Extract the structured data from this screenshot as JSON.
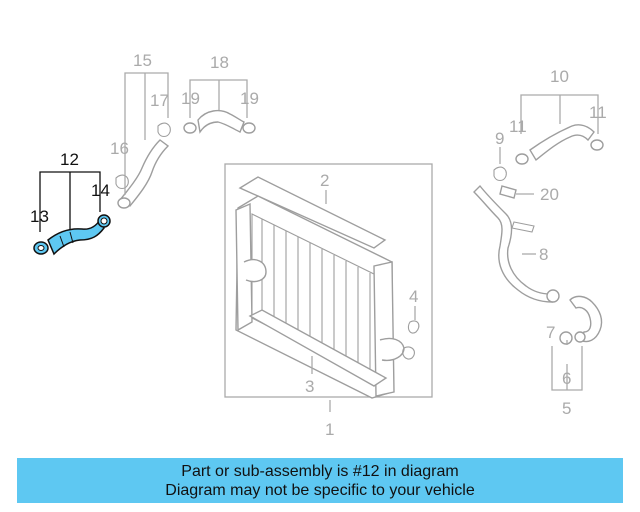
{
  "diagram": {
    "callouts": {
      "c1": "1",
      "c2": "2",
      "c3": "3",
      "c4": "4",
      "c5": "5",
      "c6": "6",
      "c7": "7",
      "c8": "8",
      "c9": "9",
      "c10": "10",
      "c11a": "11",
      "c11b": "11",
      "c12": "12",
      "c13": "13",
      "c14": "14",
      "c15": "15",
      "c16": "16",
      "c17": "17",
      "c18": "18",
      "c19a": "19",
      "c19b": "19",
      "c20": "20"
    },
    "highlight_part": "12",
    "highlight_color": "#5ec8f2"
  },
  "banner": {
    "line1": "Part or sub-assembly is #12 in diagram",
    "line2": "Diagram may not be specific to your vehicle",
    "background": "#5ec8f2"
  }
}
